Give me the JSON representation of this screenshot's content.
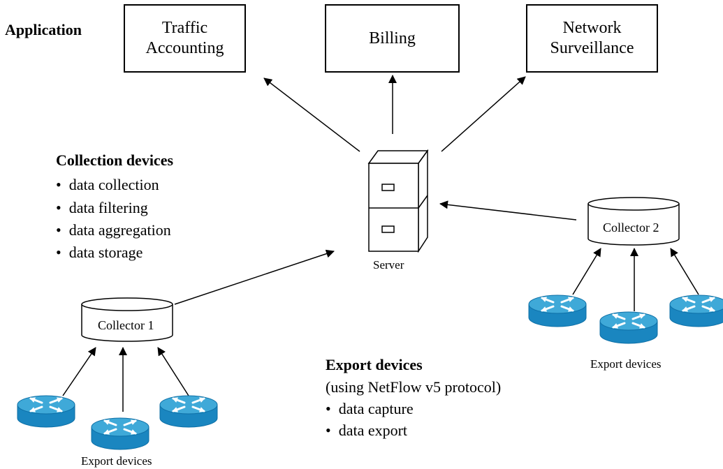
{
  "application": {
    "label": "Application",
    "boxes": [
      {
        "id": "traffic",
        "line1": "Traffic",
        "line2": "Accounting"
      },
      {
        "id": "billing",
        "line1": "Billing",
        "line2": ""
      },
      {
        "id": "surveillance",
        "line1": "Network",
        "line2": "Surveillance"
      }
    ]
  },
  "collection": {
    "heading": "Collection devices",
    "bullets": [
      "data collection",
      "data filtering",
      "data aggregation",
      "data storage"
    ]
  },
  "server": {
    "label": "Server"
  },
  "collector1": {
    "label": "Collector 1",
    "devices_label": "Export devices"
  },
  "collector2": {
    "label": "Collector 2",
    "devices_label": "Export devices"
  },
  "export": {
    "heading": "Export devices",
    "subheading": "(using NetFlow v5 protocol)",
    "bullets": [
      "data capture",
      "data export"
    ]
  },
  "bullet_char": "•",
  "colors": {
    "router_top": "#3fa9d8",
    "router_side": "#1a86c0",
    "router_edge": "#0d6fa6",
    "line": "#000000"
  }
}
